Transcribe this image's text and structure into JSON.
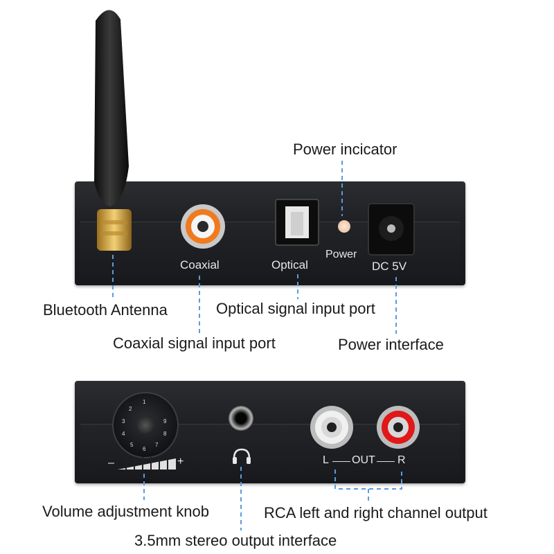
{
  "top_unit": {
    "port_labels": {
      "coaxial": "Coaxial",
      "optical": "Optical",
      "power": "Power",
      "dc": "DC 5V"
    },
    "callouts": {
      "power_indicator": "Power incicator",
      "bluetooth_antenna": "Bluetooth Antenna",
      "optical_input": "Optical signal input port",
      "coaxial_input": "Coaxial signal input port",
      "power_interface": "Power interface"
    }
  },
  "bottom_unit": {
    "volume_scale": {
      "minus": "–",
      "plus": "+"
    },
    "knob_digits": [
      "1",
      "2",
      "3",
      "4",
      "5",
      "6",
      "7",
      "8",
      "9"
    ],
    "out_labels": {
      "left": "L",
      "out": "OUT",
      "right": "R"
    },
    "callouts": {
      "volume_knob": "Volume adjustment knob",
      "rca_output": "RCA left and right channel output",
      "headphone_output": "3.5mm stereo output interface"
    }
  },
  "colors": {
    "callout_line": "#5a9be0",
    "device_body": "#1e2023",
    "coaxial_ring": "#f07a1e",
    "rca_right_ring": "#e01818",
    "rca_left_ring": "#e8e8e8",
    "antenna": "#1a1a1a",
    "antenna_connector": "#c99a3a"
  },
  "icons": [
    "headphone-icon"
  ]
}
